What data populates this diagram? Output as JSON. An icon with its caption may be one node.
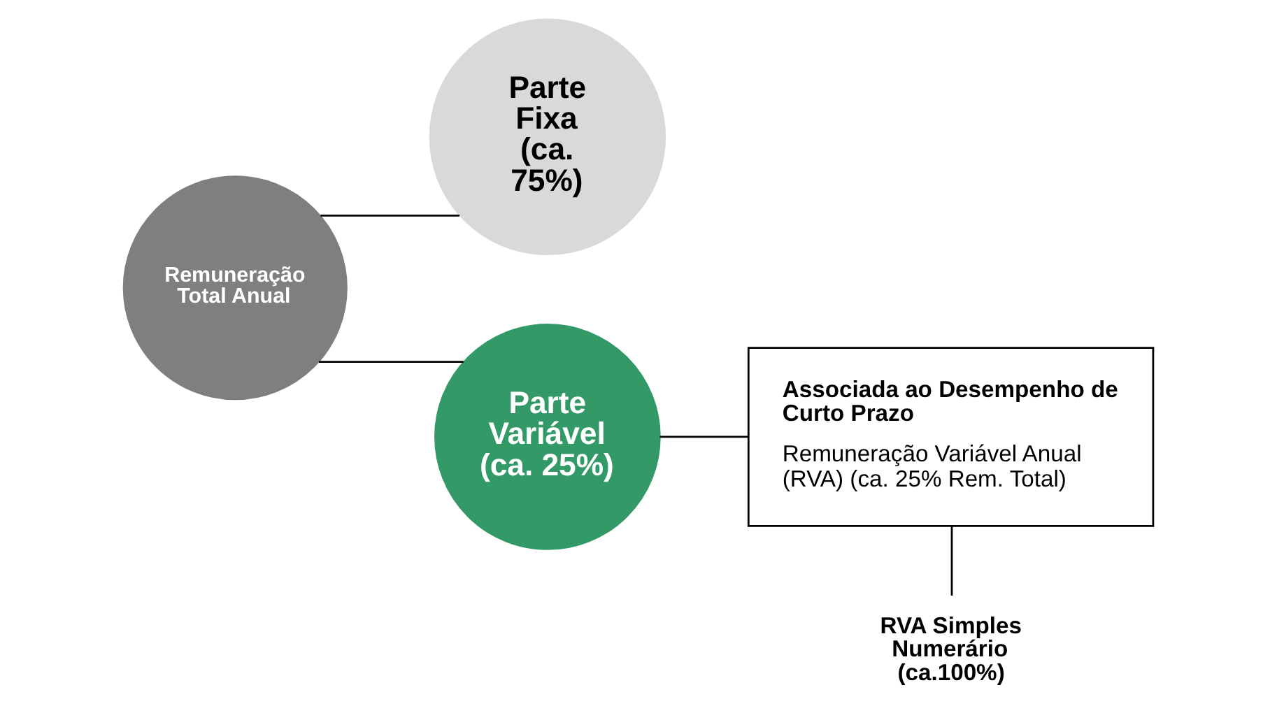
{
  "diagram": {
    "nodes": [
      {
        "text": [
          "Remuneração Total Anual"
        ]
      },
      {
        "text": [
          "Parte Fixa (ca. 75%)"
        ]
      },
      {
        "text": [
          "Parte Variável (ca. 25%)"
        ]
      },
      {
        "text": [
          "Associada ao Desempenho de Curto Prazo",
          "Remuneração Variável Anual (RVA) (ca. 25% Rem. Total)"
        ]
      },
      {
        "text": [
          "RVA Simples Numerário (ca.100%)"
        ]
      }
    ],
    "edges": [
      {
        "from": 0,
        "to": 1,
        "arrow": "none"
      },
      {
        "from": 0,
        "to": 2,
        "arrow": "none"
      },
      {
        "from": 2,
        "to": 3,
        "arrow": "none"
      },
      {
        "from": 3,
        "to": 4,
        "arrow": "none"
      }
    ]
  }
}
